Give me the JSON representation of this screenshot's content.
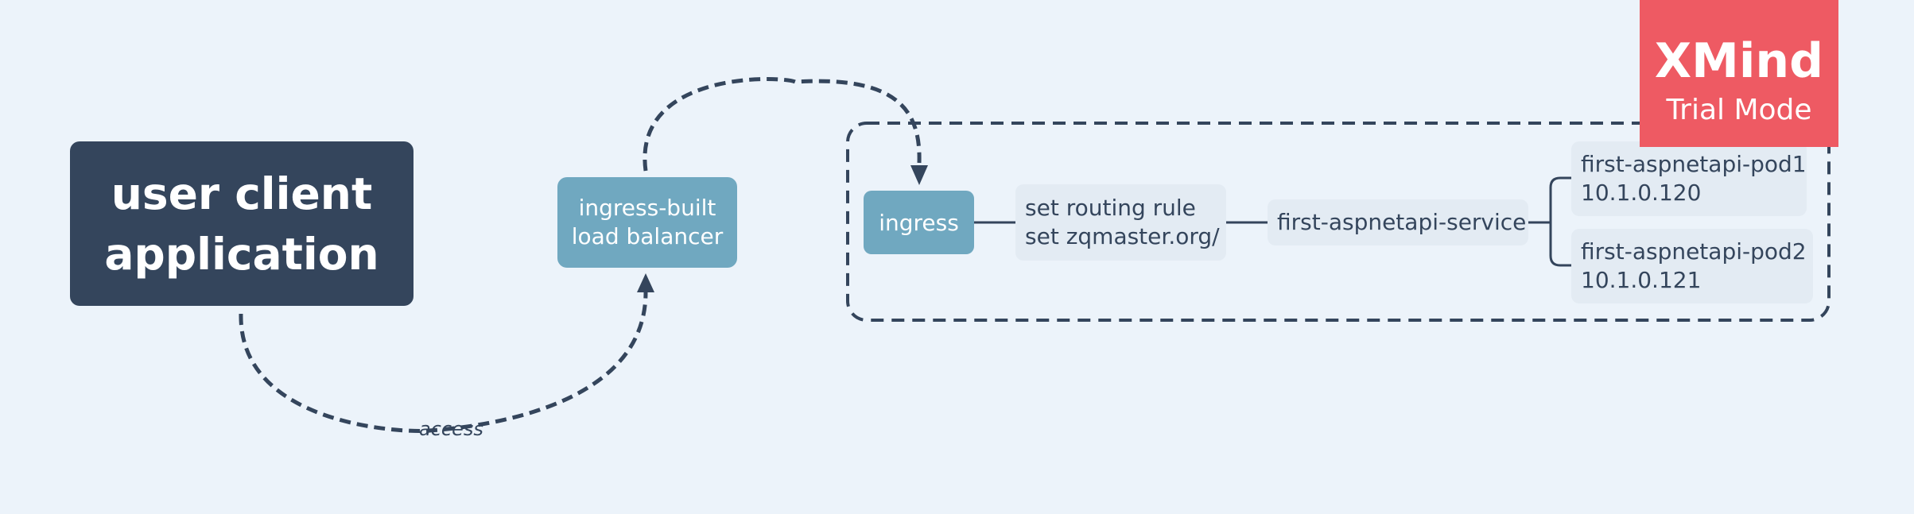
{
  "nodes": {
    "user_client": [
      "user client",
      "application"
    ],
    "load_balancer": [
      "ingress-built",
      "load balancer"
    ],
    "ingress": "ingress",
    "routing": [
      "set routing rule",
      "set zqmaster.org/"
    ],
    "service": "first-aspnetapi-service",
    "pod1": [
      "first-aspnetapi-pod1",
      "10.1.0.120"
    ],
    "pod2": [
      "first-aspnetapi-pod2",
      "10.1.0.121"
    ]
  },
  "edges": {
    "access_label": "access"
  },
  "watermark": {
    "brand": "XMind",
    "mode": "Trial Mode"
  },
  "colors": {
    "background": "#ecf3fa",
    "dark_node": "#34455c",
    "accent_node": "#70a8c0",
    "light_node": "#e3ebf3",
    "watermark": "#ee5a63"
  }
}
